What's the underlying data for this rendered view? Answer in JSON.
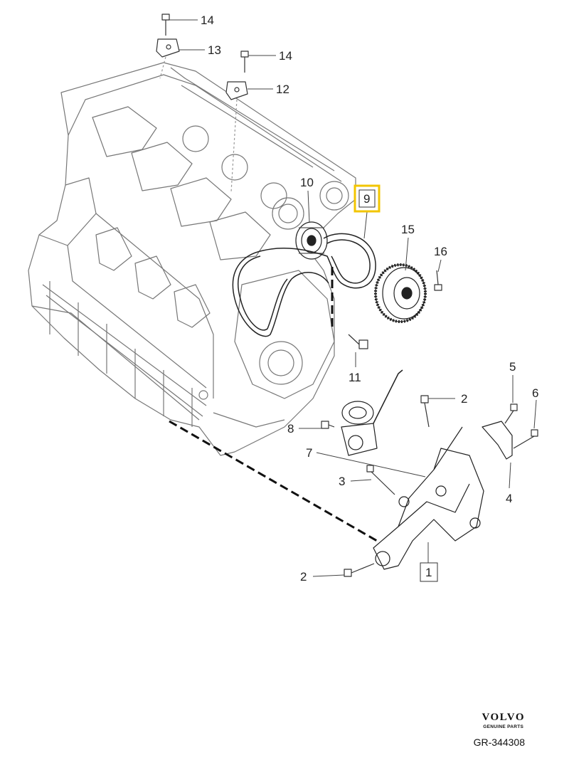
{
  "diagram": {
    "highlight_color": "#f2c500",
    "highlighted_part": "9",
    "callouts": {
      "c1": "1",
      "c2a": "2",
      "c2b": "2",
      "c3": "3",
      "c4": "4",
      "c5": "5",
      "c6": "6",
      "c7": "7",
      "c8": "8",
      "c9": "9",
      "c10": "10",
      "c11": "11",
      "c12": "12",
      "c13": "13",
      "c14a": "14",
      "c14b": "14",
      "c15": "15",
      "c16": "16"
    }
  },
  "branding": {
    "logo": "VOLVO",
    "subtitle": "GENUINE PARTS",
    "reference": "GR-344308"
  }
}
